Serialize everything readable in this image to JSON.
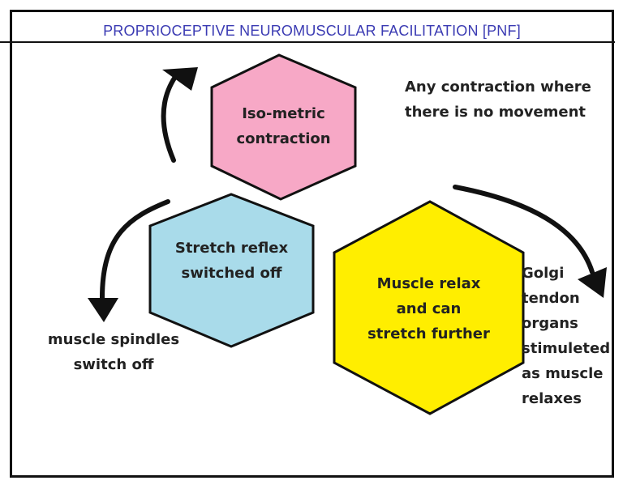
{
  "title": "PROPRIOCEPTIVE NEUROMUSCULAR FACILITATION [PNF]",
  "nodes": {
    "isometric": {
      "line1": "Iso-metric",
      "line2": "contraction",
      "fill": "#f7a8c6"
    },
    "stretch_reflex": {
      "line1": "Stretch reflex",
      "line2": "switched off",
      "fill": "#a9dbea"
    },
    "muscle_relax": {
      "line1": "Muscle relax",
      "line2": "and can",
      "line3": "stretch further",
      "fill": "#ffee00"
    }
  },
  "annotations": {
    "contraction_def": {
      "line1": "Any contraction where",
      "line2": "there is no movement"
    },
    "spindles": {
      "line1": "muscle spindles",
      "line2": "switch off"
    },
    "golgi": {
      "line1": "Golgi",
      "line2": "tendon",
      "line3": "organs",
      "line4": "stimuleted",
      "line5": "as muscle",
      "line6": "relaxes"
    }
  },
  "colors": {
    "title": "#3b3bb3",
    "outline": "#111111",
    "text": "#222222"
  }
}
